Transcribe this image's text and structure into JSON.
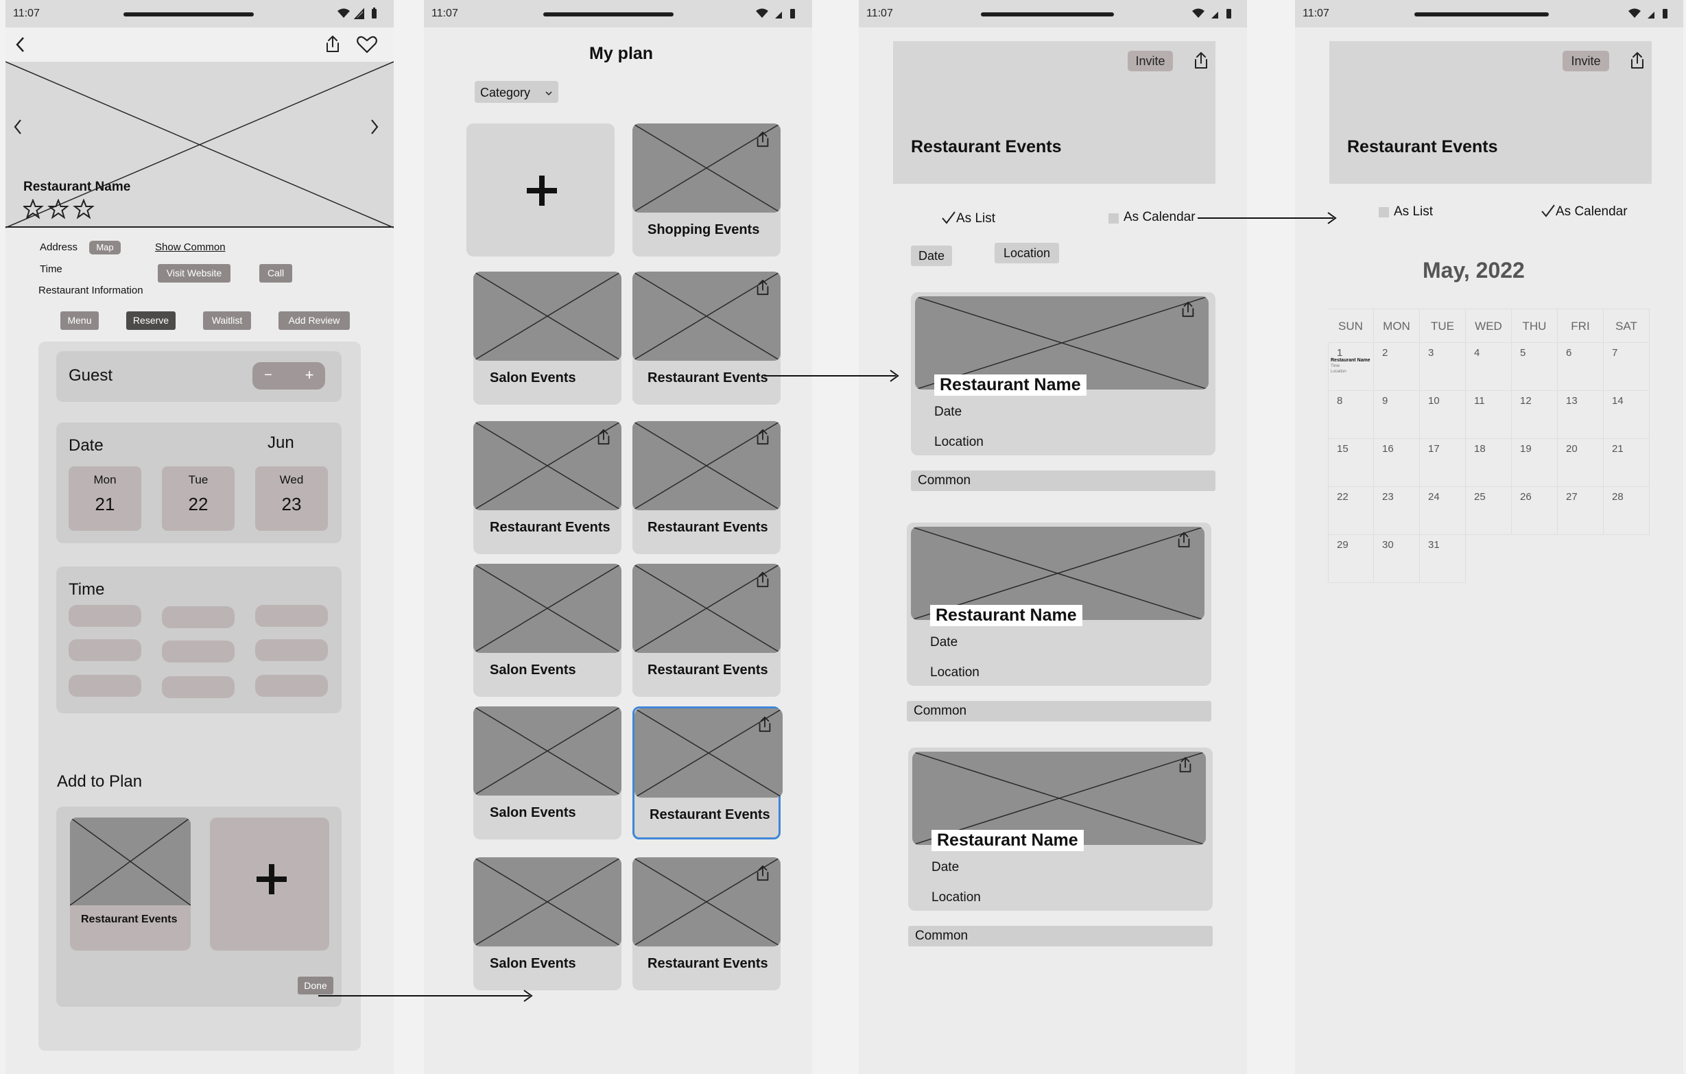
{
  "status_time": "11:07",
  "colors": {
    "page_bg": "#f2f2f2",
    "screen_bg": "#ececec",
    "card": "#d6d6d6",
    "image": "#8f8f8f",
    "selected_border": "#3f86d6",
    "chip": "#8f8888"
  },
  "screen1": {
    "restaurant_name": "Restaurant Name",
    "stars": 3,
    "address_label": "Address",
    "map_chip": "Map",
    "show_common": "Show Common",
    "time_label": "Time",
    "visit_website": "Visit Website",
    "call": "Call",
    "restaurant_info": "Restaurant Information",
    "actions": [
      "Menu",
      "Reserve",
      "Waitlist",
      "Add Review"
    ],
    "guest_label": "Guest",
    "stepper_minus": "−",
    "stepper_plus": "+",
    "date_label": "Date",
    "month": "Jun",
    "days": [
      {
        "dow": "Mon",
        "num": "21"
      },
      {
        "dow": "Tue",
        "num": "22"
      },
      {
        "dow": "Wed",
        "num": "23"
      }
    ],
    "time_section": "Time",
    "add_to_plan": "Add to Plan",
    "plan_card_label": "Restaurant Events",
    "done": "Done"
  },
  "screen2": {
    "title": "My plan",
    "category": "Category",
    "add_symbol": "+",
    "cards": [
      "Shopping Events",
      "Salon Events",
      "Restaurant Events",
      "Restaurant Events",
      "Restaurant Events",
      "Salon Events",
      "Restaurant Events",
      "Salon Events",
      "Restaurant Events",
      "Salon Events",
      "Restaurant Events"
    ]
  },
  "screen3": {
    "invite": "Invite",
    "header_title": "Restaurant Events",
    "as_list": "As List",
    "as_calendar": "As Calendar",
    "filter_date": "Date",
    "filter_location": "Location",
    "events": [
      {
        "name": "Restaurant Name",
        "date": "Date",
        "location": "Location",
        "common": "Common"
      },
      {
        "name": "Restaurant Name",
        "date": "Date",
        "location": "Location",
        "common": "Common"
      },
      {
        "name": "Restaurant Name",
        "date": "Date",
        "location": "Location",
        "common": "Common"
      }
    ]
  },
  "screen4": {
    "invite": "Invite",
    "header_title": "Restaurant Events",
    "as_list": "As List",
    "as_calendar": "As Calendar",
    "month_title": "May, 2022",
    "weekdays": [
      "SUN",
      "MON",
      "TUE",
      "WED",
      "THU",
      "FRI",
      "SAT"
    ],
    "days": [
      "1",
      "2",
      "3",
      "4",
      "5",
      "6",
      "7",
      "8",
      "9",
      "10",
      "11",
      "12",
      "13",
      "14",
      "15",
      "16",
      "17",
      "18",
      "19",
      "20",
      "21",
      "22",
      "23",
      "24",
      "25",
      "26",
      "27",
      "28",
      "29",
      "30",
      "31"
    ],
    "event_name": "Restaurant Name",
    "event_time": "Time",
    "event_location": "Location"
  }
}
